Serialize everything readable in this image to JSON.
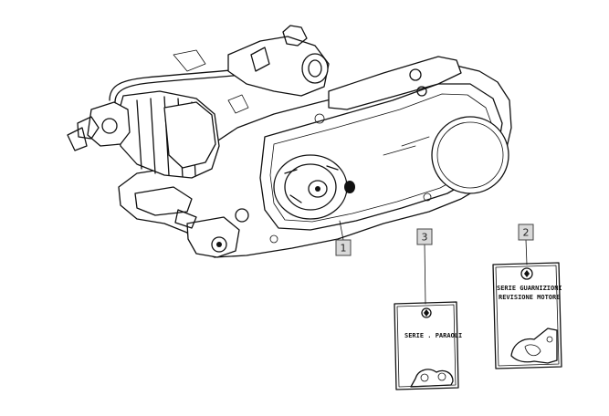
{
  "callouts": [
    {
      "id": "engine",
      "label": "1"
    },
    {
      "id": "gasket-kit",
      "label": "2"
    },
    {
      "id": "oil-seal-kit",
      "label": "3"
    }
  ],
  "packages": {
    "oil_seals": {
      "text_line1": "SERIE . PARAOLI"
    },
    "gaskets": {
      "text_line1": "SERIE GUARNIZIONI",
      "text_line2": "REVISIONE MOTORE"
    }
  }
}
